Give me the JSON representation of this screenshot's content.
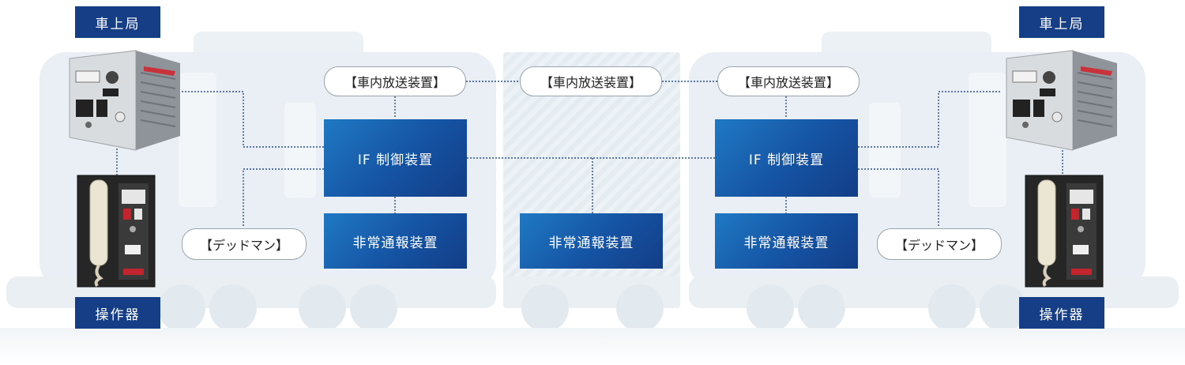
{
  "labels": {
    "station_left": "車上局",
    "station_right": "車上局",
    "operator_left": "操作器",
    "operator_right": "操作器"
  },
  "boxes": {
    "if_left": "IF 制御装置",
    "if_right": "IF 制御装置",
    "emergency_left": "非常通報装置",
    "emergency_center": "非常通報装置",
    "emergency_right": "非常通報装置"
  },
  "pills": {
    "pa_left": "【車内放送装置】",
    "pa_center": "【車内放送装置】",
    "pa_right": "【車内放送装置】",
    "deadman_left": "【デッドマン】",
    "deadman_right": "【デッドマン】"
  },
  "colors": {
    "tag": "#153e86",
    "box_start": "#1f79c4",
    "box_end": "#133d86",
    "connector": "#2a4f8a",
    "train": "#e9eff4"
  }
}
